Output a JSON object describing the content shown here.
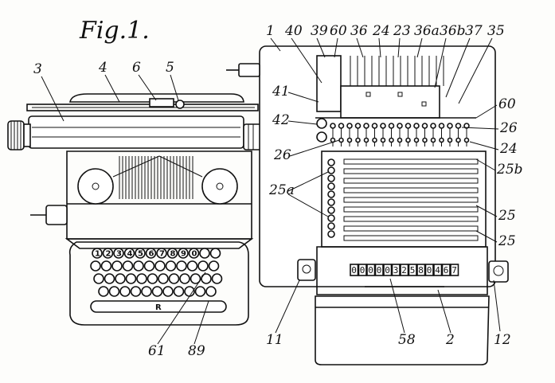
{
  "figure_title": "Fig.1.",
  "labels": {
    "l3": "3",
    "l4": "4",
    "l6": "6",
    "l5": "5",
    "l1": "1",
    "l40": "40",
    "l39": "39",
    "l60a": "60",
    "l36": "36",
    "l24a": "24",
    "l23": "23",
    "l36a": "36a",
    "l36b": "36b",
    "l37": "37",
    "l35": "35",
    "l41": "41",
    "l42": "42",
    "l60b": "60",
    "l26a": "26",
    "l26b": "26",
    "l24b": "24",
    "l25b": "25b",
    "l25a": "25a",
    "l25c": "25",
    "l25d": "25",
    "l11": "11",
    "l58": "58",
    "l2": "2",
    "l12": "12",
    "l61": "61",
    "l89": "89"
  },
  "keyboard": {
    "number_row": [
      "1",
      "2",
      "3",
      "4",
      "5",
      "6",
      "7",
      "8",
      "9",
      "0"
    ],
    "space_bar": "R"
  },
  "counter_digits": [
    "0",
    "0",
    "0",
    "0",
    "0",
    "3",
    "2",
    "5",
    "8",
    "0",
    "4",
    "6",
    "7"
  ]
}
